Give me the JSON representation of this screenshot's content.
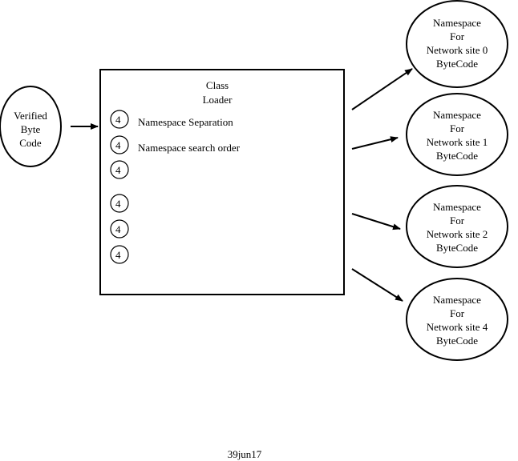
{
  "source": {
    "lines": [
      "Verified",
      "Byte",
      "Code"
    ]
  },
  "loader": {
    "title_lines": [
      "Class",
      "Loader"
    ],
    "items": [
      {
        "marker": "4",
        "label": "Namespace Separation"
      },
      {
        "marker": "4",
        "label": "Namespace search order"
      },
      {
        "marker": "4",
        "label": ""
      },
      {
        "marker": "4",
        "label": ""
      },
      {
        "marker": "4",
        "label": ""
      },
      {
        "marker": "4",
        "label": ""
      }
    ]
  },
  "namespaces": [
    {
      "lines": [
        "Namespace",
        "For",
        "Network site 0",
        "ByteCode"
      ]
    },
    {
      "lines": [
        "Namespace",
        "For",
        "Network site 1",
        "ByteCode"
      ]
    },
    {
      "lines": [
        "Namespace",
        "For",
        "Network site 2",
        "ByteCode"
      ]
    },
    {
      "lines": [
        "Namespace",
        "For",
        "Network site 4",
        "ByteCode"
      ]
    }
  ],
  "footer": {
    "label": "39jun17"
  }
}
